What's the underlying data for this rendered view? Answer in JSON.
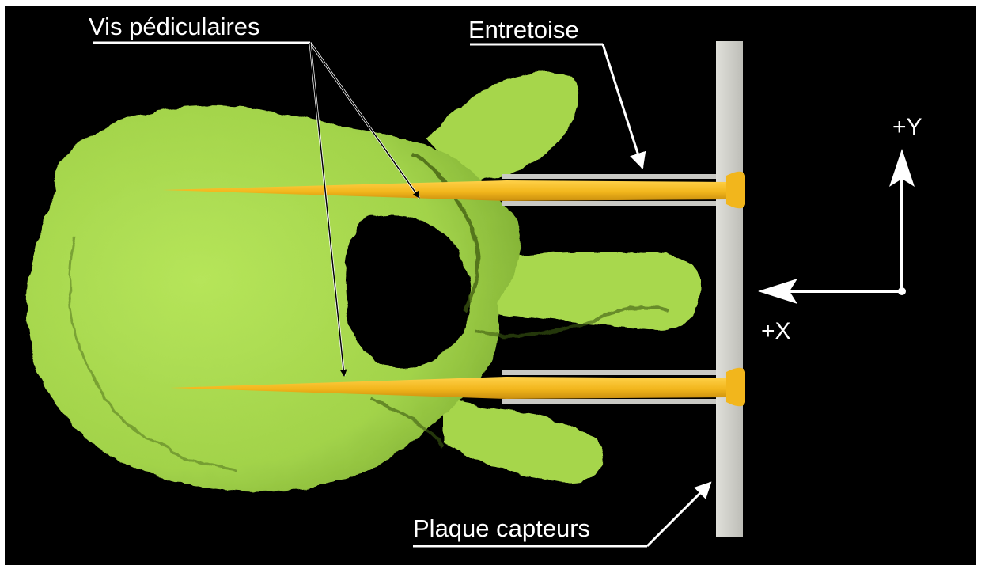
{
  "labels": {
    "screws": "Vis pédiculaires",
    "spacer": "Entretoise",
    "plate": "Plaque capteurs"
  },
  "axes": {
    "y_label": "+Y",
    "x_label": "+X"
  },
  "colors": {
    "background": "#000000",
    "bone": "#a8d84e",
    "bone_shadow": "#3d5a12",
    "screw": "#f2b61c",
    "spacer": "#c9c9c4",
    "plate": "#d2d2cc",
    "callout": "#ffffff",
    "frame": "#ffffff"
  },
  "icons": {
    "vertebra": "vertebra-illustration",
    "screw": "pedicle-screw",
    "axis_arrow": "arrow-icon"
  }
}
